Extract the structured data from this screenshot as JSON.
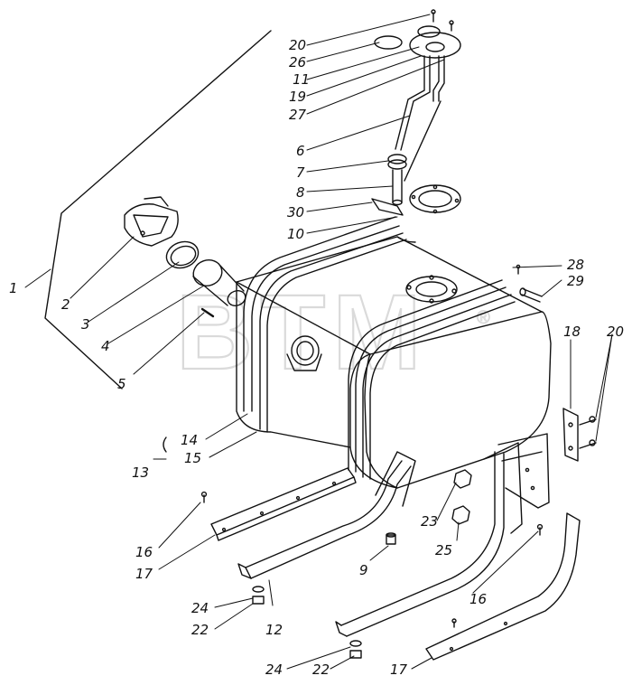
{
  "watermark": {
    "text": "BTM",
    "registered_mark": "®"
  },
  "callouts": [
    {
      "id": "c20a",
      "label": "20"
    },
    {
      "id": "c26",
      "label": "26"
    },
    {
      "id": "c11",
      "label": "11"
    },
    {
      "id": "c19",
      "label": "19"
    },
    {
      "id": "c27",
      "label": "27"
    },
    {
      "id": "c6",
      "label": "6"
    },
    {
      "id": "c7",
      "label": "7"
    },
    {
      "id": "c8",
      "label": "8"
    },
    {
      "id": "c30",
      "label": "30"
    },
    {
      "id": "c10",
      "label": "10"
    },
    {
      "id": "c1",
      "label": "1"
    },
    {
      "id": "c2",
      "label": "2"
    },
    {
      "id": "c3",
      "label": "3"
    },
    {
      "id": "c4",
      "label": "4"
    },
    {
      "id": "c5",
      "label": "5"
    },
    {
      "id": "c28",
      "label": "28"
    },
    {
      "id": "c29",
      "label": "29"
    },
    {
      "id": "c18",
      "label": "18"
    },
    {
      "id": "c20b",
      "label": "20"
    },
    {
      "id": "c14",
      "label": "14"
    },
    {
      "id": "c15",
      "label": "15"
    },
    {
      "id": "c13",
      "label": "13"
    },
    {
      "id": "c16a",
      "label": "16"
    },
    {
      "id": "c17a",
      "label": "17"
    },
    {
      "id": "c23",
      "label": "23"
    },
    {
      "id": "c25",
      "label": "25"
    },
    {
      "id": "c9",
      "label": "9"
    },
    {
      "id": "c16b",
      "label": "16"
    },
    {
      "id": "c24a",
      "label": "24"
    },
    {
      "id": "c22a",
      "label": "22"
    },
    {
      "id": "c12",
      "label": "12"
    },
    {
      "id": "c24b",
      "label": "24"
    },
    {
      "id": "c22b",
      "label": "22"
    },
    {
      "id": "c17b",
      "label": "17"
    }
  ],
  "colors": {
    "line": "#111111",
    "background": "#ffffff",
    "watermark": "#c8c8c8"
  }
}
